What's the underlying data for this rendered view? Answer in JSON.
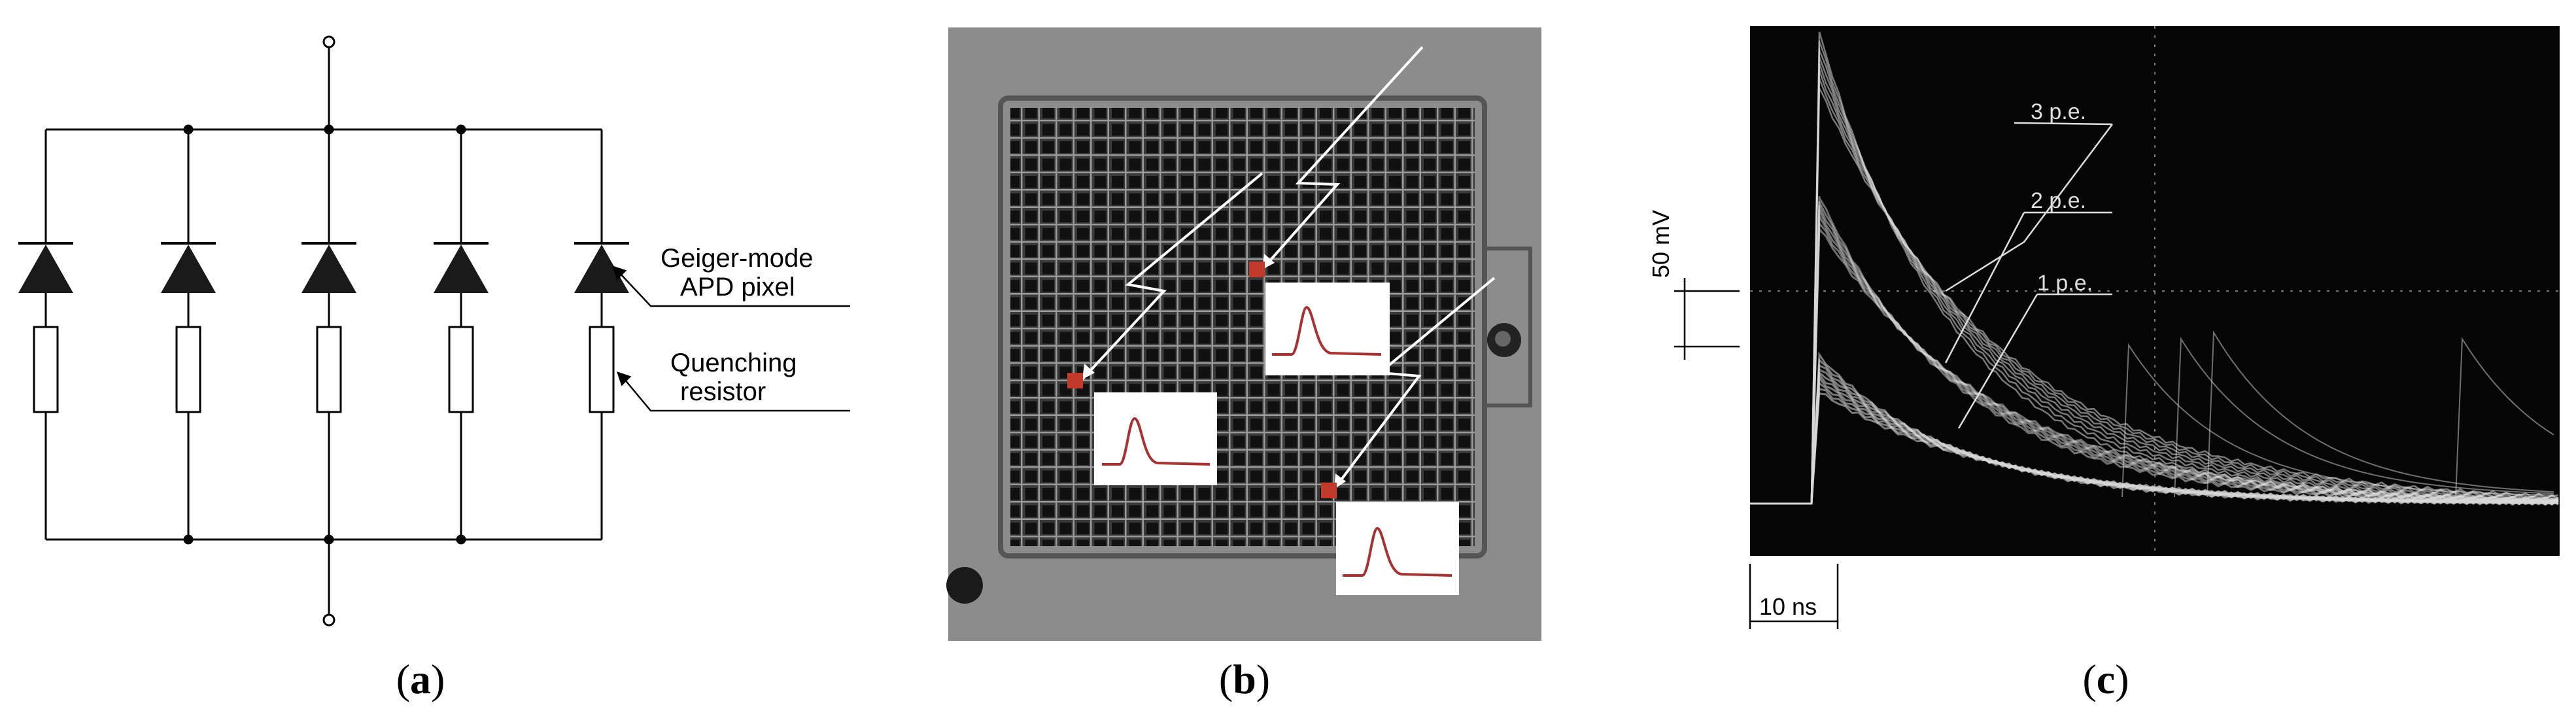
{
  "panels": {
    "a": {
      "caption_open": "(",
      "caption_letter": "a",
      "caption_close": ")",
      "apd_label_line1": "Geiger-mode",
      "apd_label_line2": "APD pixel",
      "resistor_label_line1": "Quenching",
      "resistor_label_line2": "resistor",
      "pixel_count": 5
    },
    "b": {
      "caption_open": "(",
      "caption_letter": "b",
      "caption_close": ")",
      "hit_color": "#c0392b",
      "pulse_color": "#a83232"
    },
    "c": {
      "caption_open": "(",
      "caption_letter": "c",
      "caption_close": ")",
      "voltage_scale": "50 mV",
      "time_scale": "10 ns",
      "pe_labels": [
        "3 p.e.",
        "2 p.e.",
        "1 p.e."
      ]
    }
  },
  "colors": {
    "scope_background": "#060606",
    "trace_color": "#d8d8d8",
    "chip_background": "#8c8c8c"
  }
}
